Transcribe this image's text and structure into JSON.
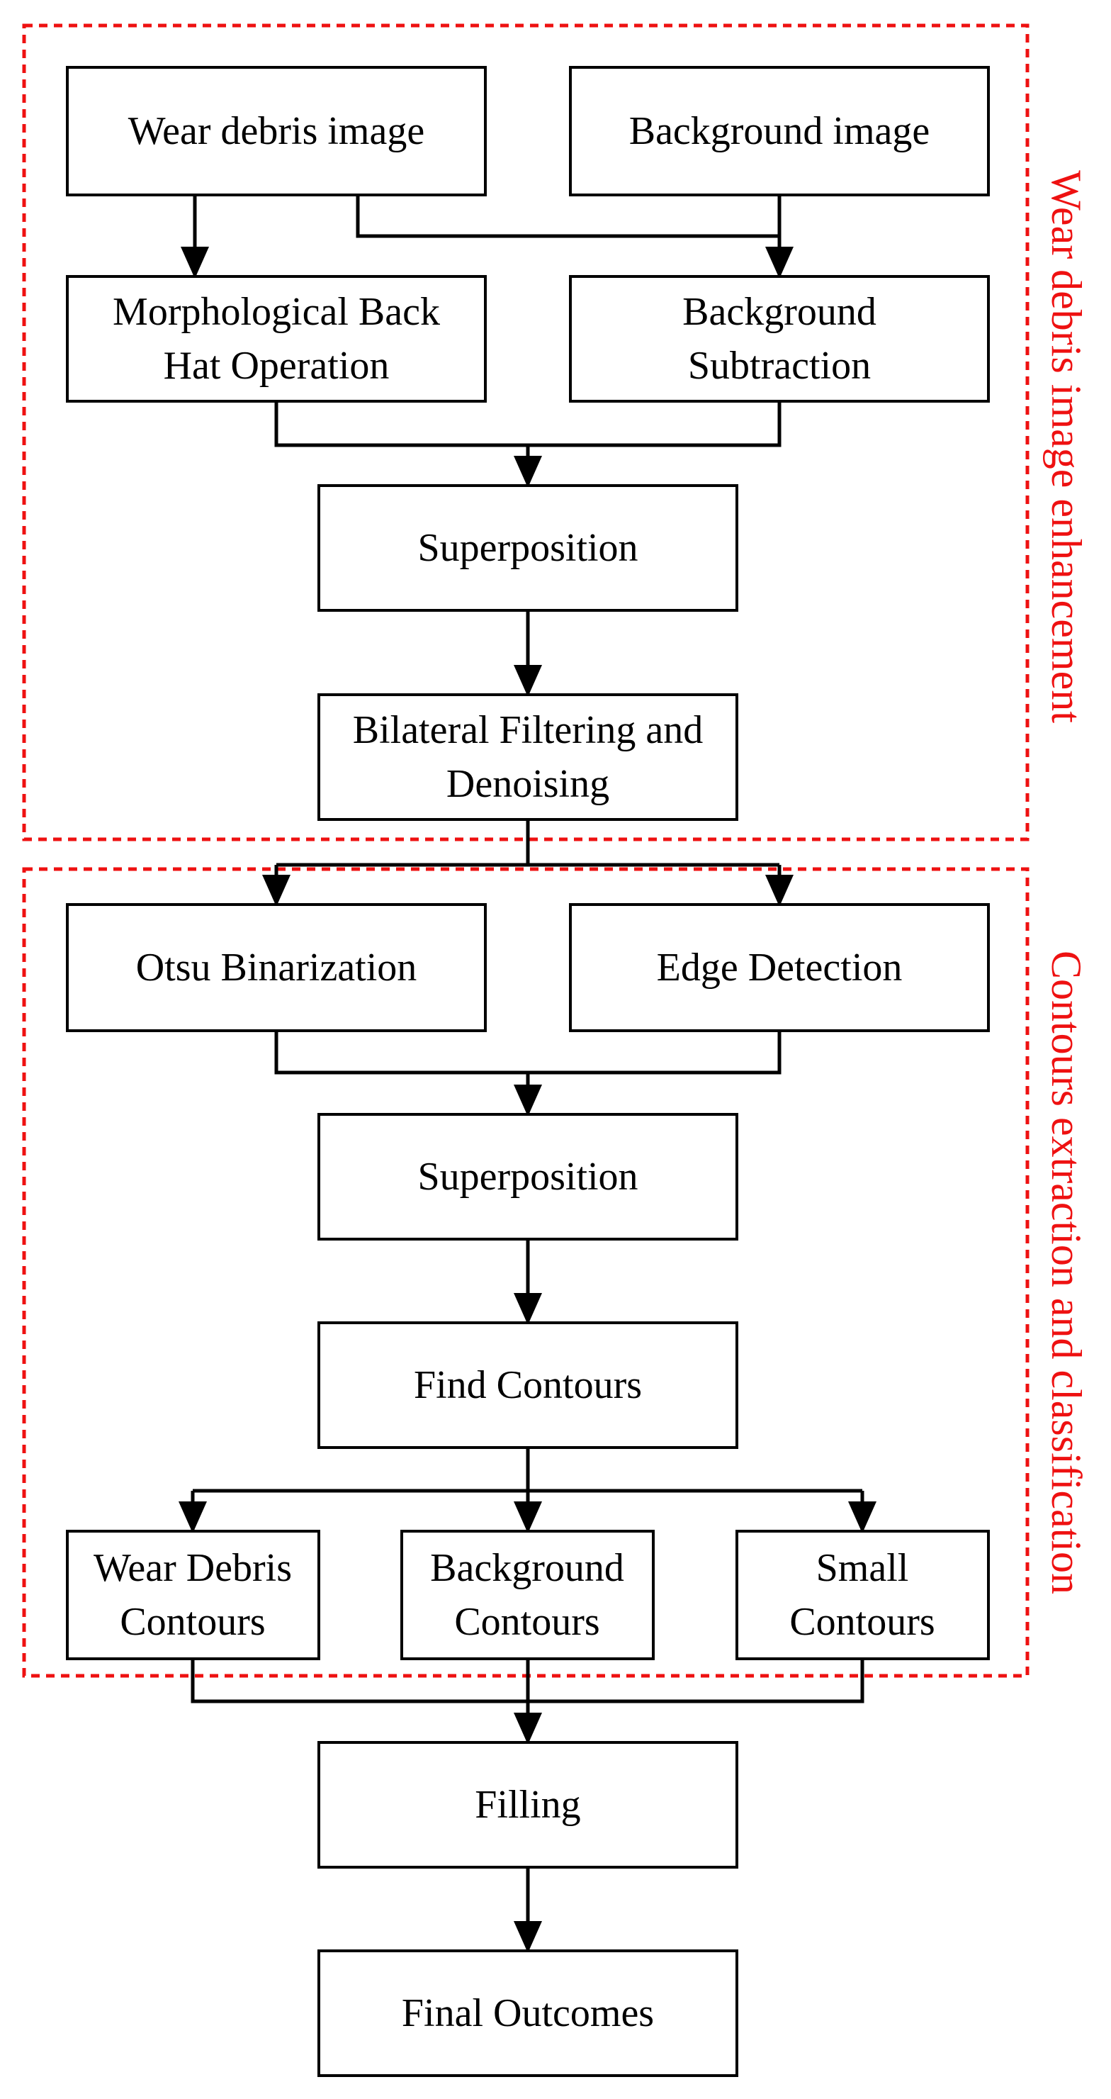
{
  "regions": {
    "enhancement": "Wear debris image enhancement",
    "contours": "Contours extraction and classification"
  },
  "nodes": {
    "wear_debris_image": [
      "Wear debris image"
    ],
    "background_image": [
      "Background image"
    ],
    "morph_back_hat": [
      "Morphological Back",
      "Hat Operation"
    ],
    "bg_subtraction": [
      "Background",
      "Subtraction"
    ],
    "superposition_1": [
      "Superposition"
    ],
    "bilateral": [
      "Bilateral Filtering and",
      "Denoising"
    ],
    "otsu": [
      "Otsu Binarization"
    ],
    "edge": [
      "Edge Detection"
    ],
    "superposition_2": [
      "Superposition"
    ],
    "find_contours": [
      "Find Contours"
    ],
    "wear_debris_contours": [
      "Wear Debris",
      "Contours"
    ],
    "background_contours": [
      "Background",
      "Contours"
    ],
    "small_contours": [
      "Small",
      "Contours"
    ],
    "filling": [
      "Filling"
    ],
    "final": [
      "Final Outcomes"
    ]
  },
  "colors": {
    "region_border": "#ee1111",
    "box_border": "#000000",
    "arrow": "#000000"
  }
}
